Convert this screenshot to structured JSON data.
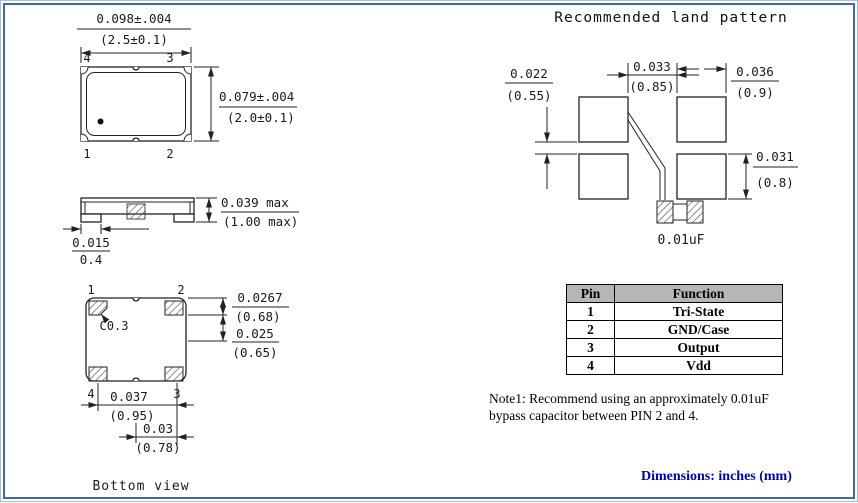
{
  "top_view": {
    "width_in": "0.098±.004",
    "width_mm": "(2.5±0.1)",
    "height_in": "0.079±.004",
    "height_mm": "(2.0±0.1)",
    "pin_top_left": "4",
    "pin_top_right": "3",
    "pin_bottom_left": "1",
    "pin_bottom_right": "2"
  },
  "side_view": {
    "height_in": "0.039 max",
    "height_mm": "(1.00 max)",
    "pad_in": "0.015",
    "pad_mm": "0.4"
  },
  "bottom_view": {
    "label": "Bottom view",
    "chamfer_label": "C0.3",
    "pin_top_left": "1",
    "pin_top_right": "2",
    "pin_bottom_left": "4",
    "pin_bottom_right": "3",
    "dim_a_in": "0.0267",
    "dim_a_mm": "(0.68)",
    "dim_b_in": "0.025",
    "dim_b_mm": "(0.65)",
    "dim_c_in": "0.037",
    "dim_c_mm": "(0.95)",
    "dim_d_in": "0.03",
    "dim_d_mm": "(0.78)"
  },
  "land_pattern": {
    "title": "Recommended land pattern",
    "gap_h_in": "0.022",
    "gap_h_mm": "(0.55)",
    "gap_v_in": "0.033",
    "gap_v_mm": "(0.85)",
    "pad_w_in": "0.036",
    "pad_w_mm": "(0.9)",
    "pad_h_in": "0.031",
    "pad_h_mm": "(0.8)",
    "capacitor_label": "0.01uF"
  },
  "pin_table": {
    "headers": [
      "Pin",
      "Function"
    ],
    "rows": [
      [
        "1",
        "Tri-State"
      ],
      [
        "2",
        "GND/Case"
      ],
      [
        "3",
        "Output"
      ],
      [
        "4",
        "Vdd"
      ]
    ]
  },
  "note": {
    "line1": "Note1: Recommend using an approximately 0.01uF",
    "line2": "bypass capacitor between PIN 2 and 4."
  },
  "footer": {
    "dimensions_label": "Dimensions: inches (mm)"
  }
}
